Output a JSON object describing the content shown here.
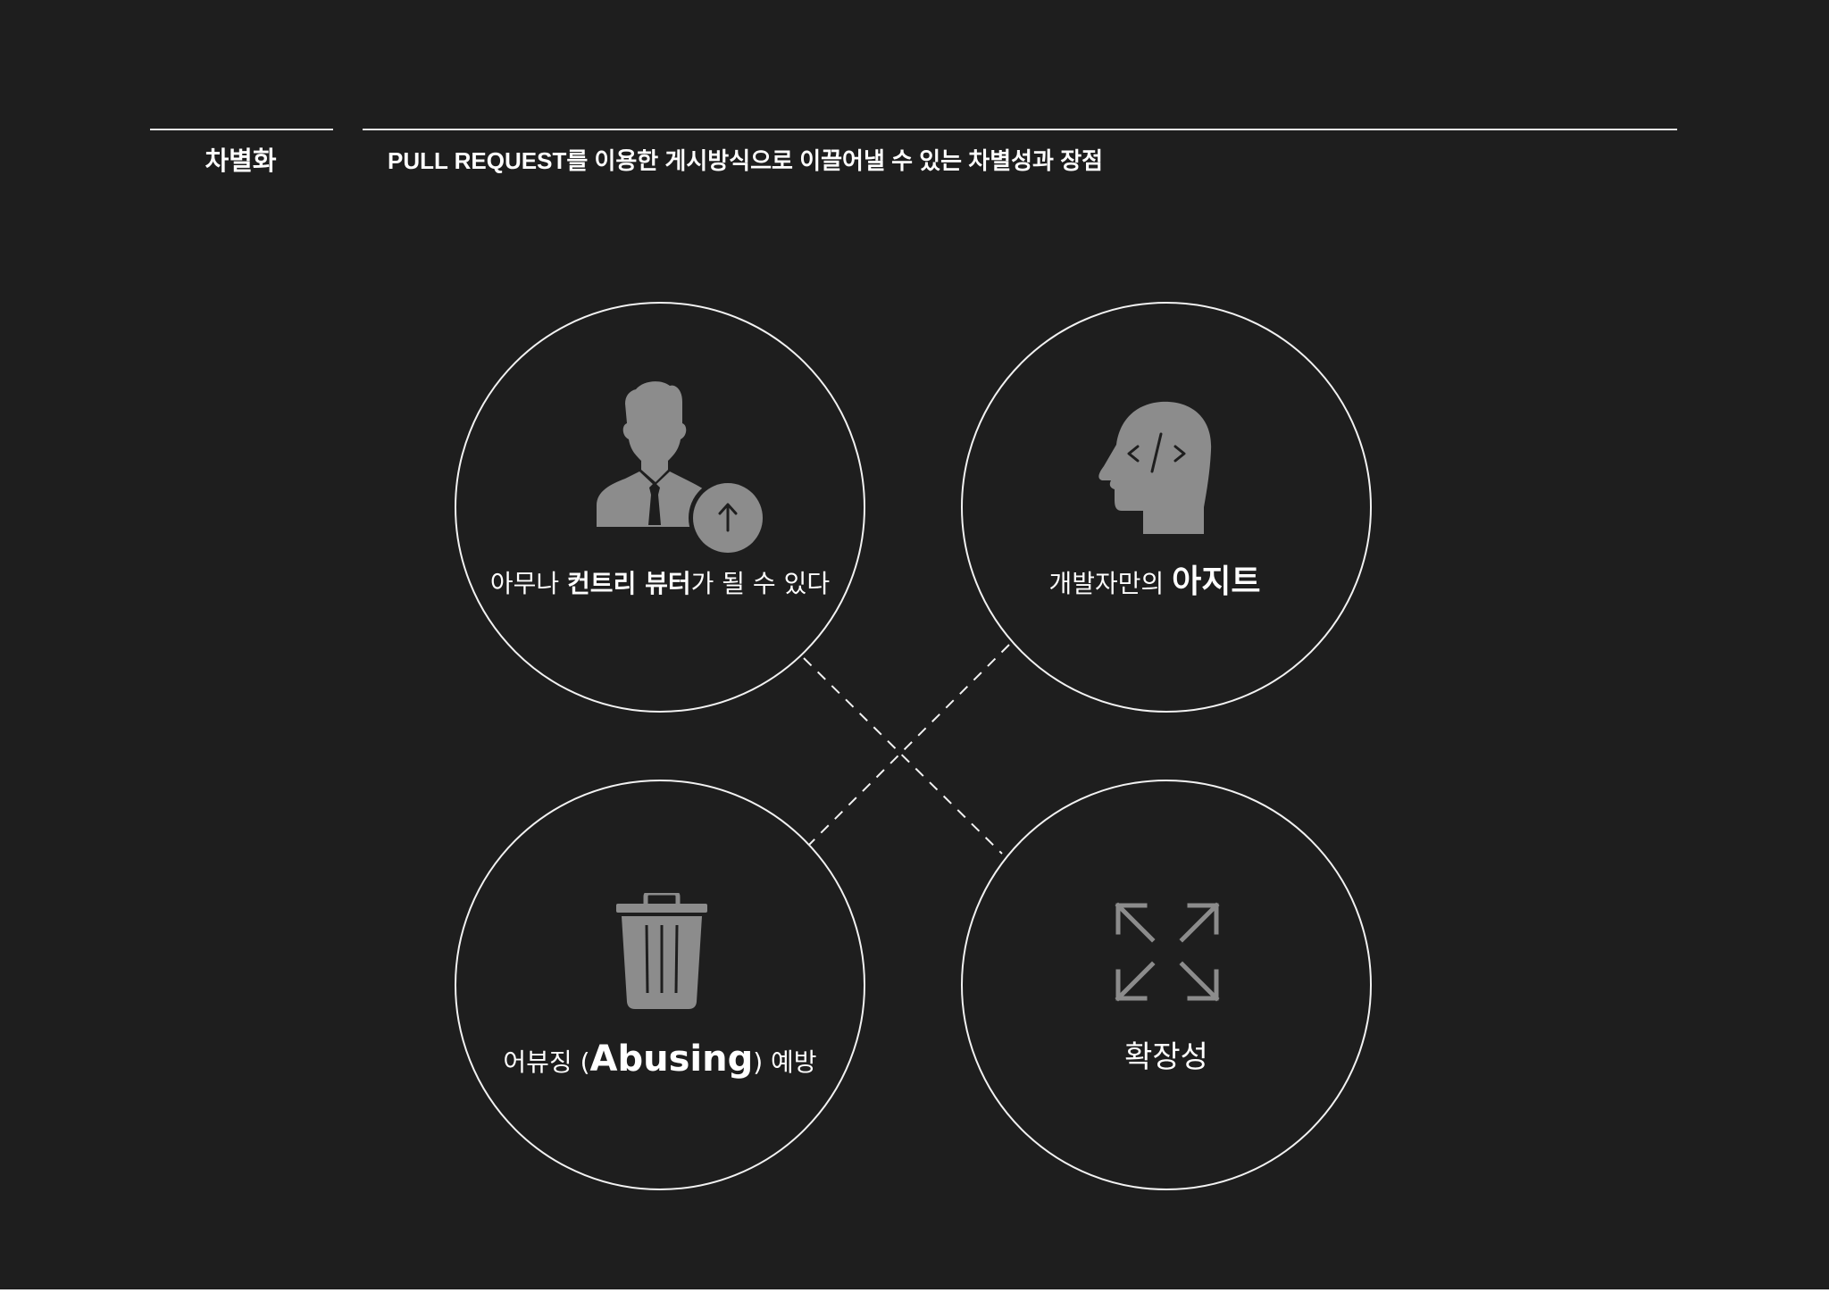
{
  "header": {
    "section_label": "차별화",
    "heading": "PULL REQUEST를 이용한 게시방식으로 이끌어낼 수 있는 차별성과 장점"
  },
  "cards": [
    {
      "icon": "user-upload-icon",
      "caption_pre": "아무나 ",
      "caption_strong": "컨트리 뷰터",
      "caption_post": "가 될 수 있다"
    },
    {
      "icon": "head-code-icon",
      "caption_pre": "개발자만의 ",
      "caption_strong": "아지트",
      "caption_post": ""
    },
    {
      "icon": "trash-icon",
      "caption_pre": "어뷰징 (",
      "caption_strong": "Abusing",
      "caption_post": ")  예방"
    },
    {
      "icon": "expand-arrows-icon",
      "caption_pre": "확장성",
      "caption_strong": "",
      "caption_post": ""
    }
  ],
  "colors": {
    "background": "#1e1e1e",
    "line": "#f2f2f2",
    "icon": "#8c8c8c",
    "text": "#ffffff"
  }
}
